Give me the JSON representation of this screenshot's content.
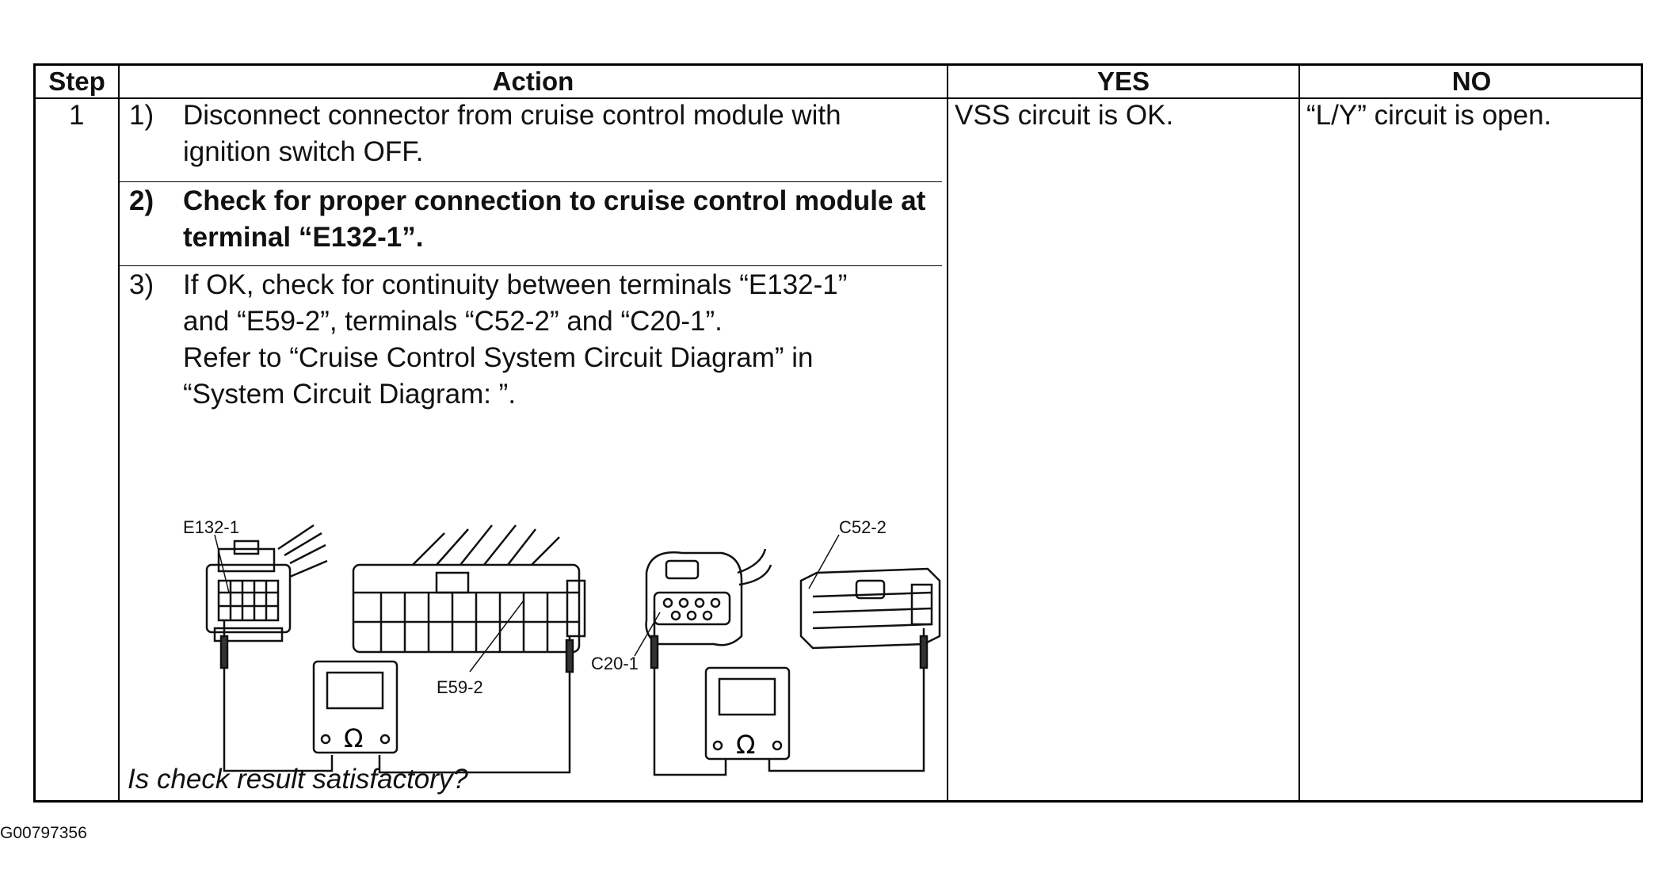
{
  "table": {
    "headers": {
      "step": "Step",
      "action": "Action",
      "yes": "YES",
      "no": "NO"
    },
    "rows": [
      {
        "step": "1",
        "actions": [
          {
            "num": "1)",
            "line1": "Disconnect connector from cruise control module with",
            "line2": "ignition switch OFF."
          },
          {
            "num": "2)",
            "line1": "Check for proper connection to cruise control module at",
            "line2": "terminal “E132-1”."
          },
          {
            "num": "3)",
            "line1": "If OK, check for continuity between terminals “E132-1”",
            "line2": "and “E59-2”, terminals “C52-2” and “C20-1”.",
            "line3": "Refer to “Cruise Control System Circuit Diagram” in",
            "line4": "“System Circuit Diagram: ”."
          }
        ],
        "question": "Is check result satisfactory?",
        "yes": "VSS circuit is OK.",
        "no": "“L/Y” circuit is open."
      }
    ]
  },
  "figure": {
    "labels": {
      "e132": "E132-1",
      "e59": "E59-2",
      "c20": "C20-1",
      "c52": "C52-2",
      "ohm": "Ω"
    }
  },
  "image_code": "G00797356"
}
